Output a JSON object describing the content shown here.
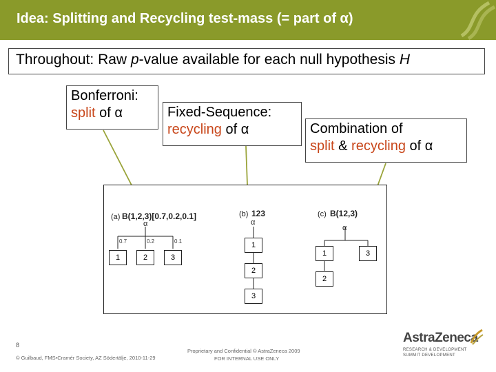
{
  "title": {
    "prefix": "Idea:  Splitting and Recycling test-mass (= part of ",
    "alpha": "α",
    "suffix": ")"
  },
  "throughout": {
    "text_start": "Throughout:  Raw ",
    "p": "p",
    "text_mid": "-value available for each null hypothesis ",
    "h": "H"
  },
  "callouts": {
    "bonferroni": {
      "line1": "Bonferroni:",
      "red": "split",
      "tail": " of α"
    },
    "fixed_sequence": {
      "line1": "Fixed-Sequence:",
      "red": "recycling",
      "tail": " of α"
    },
    "combination": {
      "line1": "Combination of",
      "red1": "split",
      "amp": " & ",
      "red2": "recycling",
      "tail": " of α"
    }
  },
  "figure": {
    "panel_a": {
      "label": "(a)",
      "formula": "B(1,2,3)[0.7,0.2,0.1]",
      "alpha": "α",
      "weights": [
        "0.7",
        "0.2",
        "0.1"
      ],
      "nodes": [
        "1",
        "2",
        "3"
      ]
    },
    "panel_b": {
      "label": "(b)",
      "formula": "123",
      "alpha": "α",
      "nodes": [
        "1",
        "2",
        "3"
      ]
    },
    "panel_c": {
      "label": "(c)",
      "formula": "B(12,3)",
      "alpha": "α",
      "nodes": [
        "1",
        "2",
        "3"
      ]
    }
  },
  "footer": {
    "page": "8",
    "author": "© Guilbaud, FMS•Cramér Society, AZ Södertälje, 2010-11-29",
    "confidential": "Proprietary and Confidential © AstraZeneca 2009",
    "internal": "FOR INTERNAL USE ONLY",
    "logo_name": "AstraZeneca",
    "logo_sub1": "RESEARCH & DEVELOPMENT",
    "logo_sub2": "SUMMIT DEVELOPMENT"
  },
  "colors": {
    "title_bar": "#8a9a2a",
    "accent_red": "#c8461a",
    "arrow": "#9aa43a"
  }
}
